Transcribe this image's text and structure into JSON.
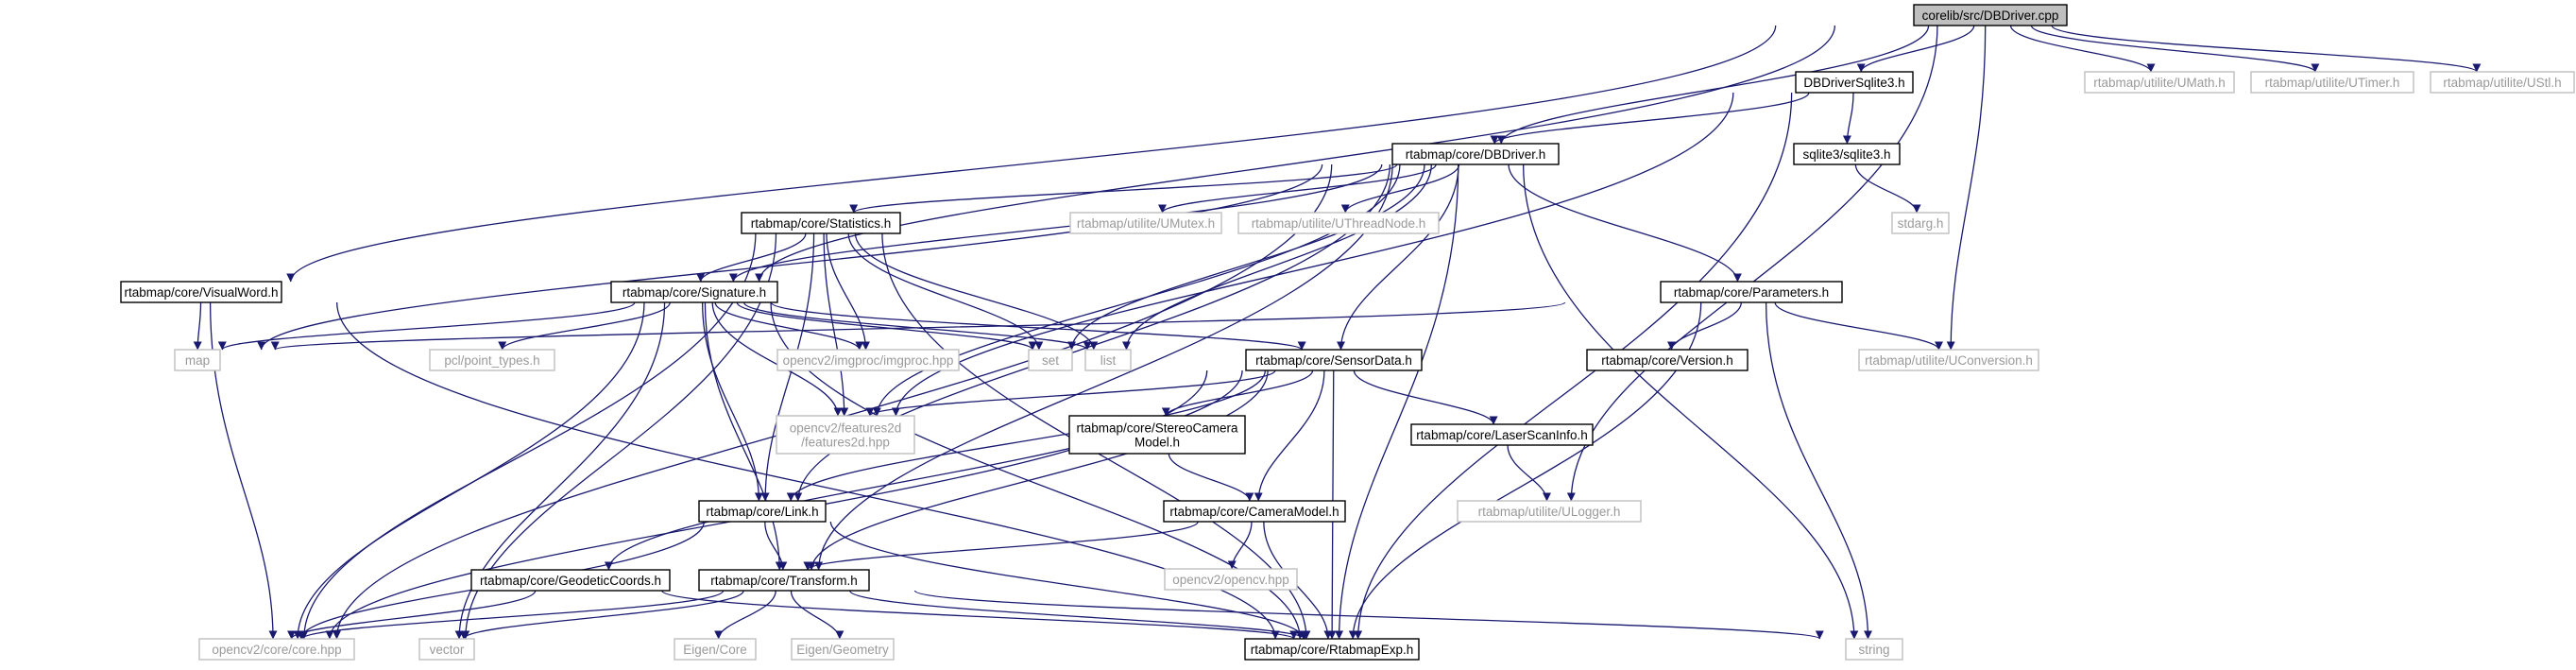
{
  "diagram": {
    "nodes": [
      {
        "id": "dbdriver_cpp",
        "label": [
          "corelib/src/DBDriver.cpp"
        ],
        "style": "root"
      },
      {
        "id": "dbdriver_sqlite3",
        "label": [
          "DBDriverSqlite3.h"
        ],
        "style": "file"
      },
      {
        "id": "umath",
        "label": [
          "rtabmap/utilite/UMath.h"
        ],
        "style": "missing"
      },
      {
        "id": "utimer",
        "label": [
          "rtabmap/utilite/UTimer.h"
        ],
        "style": "missing"
      },
      {
        "id": "ustl",
        "label": [
          "rtabmap/utilite/UStl.h"
        ],
        "style": "missing"
      },
      {
        "id": "dbdriver_h",
        "label": [
          "rtabmap/core/DBDriver.h"
        ],
        "style": "file"
      },
      {
        "id": "sqlite3",
        "label": [
          "sqlite3/sqlite3.h"
        ],
        "style": "file"
      },
      {
        "id": "stdarg",
        "label": [
          "stdarg.h"
        ],
        "style": "missing"
      },
      {
        "id": "statistics",
        "label": [
          "rtabmap/core/Statistics.h"
        ],
        "style": "file"
      },
      {
        "id": "umutex",
        "label": [
          "rtabmap/utilite/UMutex.h"
        ],
        "style": "missing"
      },
      {
        "id": "uthreadnode",
        "label": [
          "rtabmap/utilite/UThreadNode.h"
        ],
        "style": "missing"
      },
      {
        "id": "visualword",
        "label": [
          "rtabmap/core/VisualWord.h"
        ],
        "style": "file"
      },
      {
        "id": "signature",
        "label": [
          "rtabmap/core/Signature.h"
        ],
        "style": "file"
      },
      {
        "id": "parameters",
        "label": [
          "rtabmap/core/Parameters.h"
        ],
        "style": "file"
      },
      {
        "id": "map",
        "label": [
          "map"
        ],
        "style": "missing"
      },
      {
        "id": "pcl",
        "label": [
          "pcl/point_types.h"
        ],
        "style": "missing"
      },
      {
        "id": "imgproc",
        "label": [
          "opencv2/imgproc/imgproc.hpp"
        ],
        "style": "missing"
      },
      {
        "id": "set",
        "label": [
          "set"
        ],
        "style": "missing"
      },
      {
        "id": "list",
        "label": [
          "list"
        ],
        "style": "missing"
      },
      {
        "id": "sensordata",
        "label": [
          "rtabmap/core/SensorData.h"
        ],
        "style": "file"
      },
      {
        "id": "version",
        "label": [
          "rtabmap/core/Version.h"
        ],
        "style": "file"
      },
      {
        "id": "uconversion",
        "label": [
          "rtabmap/utilite/UConversion.h"
        ],
        "style": "missing"
      },
      {
        "id": "features2d",
        "label": [
          "opencv2/features2d",
          "/features2d.hpp"
        ],
        "style": "missing"
      },
      {
        "id": "stereocam",
        "label": [
          "rtabmap/core/StereoCamera",
          "Model.h"
        ],
        "style": "file"
      },
      {
        "id": "laserscan",
        "label": [
          "rtabmap/core/LaserScanInfo.h"
        ],
        "style": "file"
      },
      {
        "id": "link",
        "label": [
          "rtabmap/core/Link.h"
        ],
        "style": "file"
      },
      {
        "id": "cameramodel",
        "label": [
          "rtabmap/core/CameraModel.h"
        ],
        "style": "file"
      },
      {
        "id": "ulogger",
        "label": [
          "rtabmap/utilite/ULogger.h"
        ],
        "style": "missing"
      },
      {
        "id": "opencv_hpp",
        "label": [
          "opencv2/opencv.hpp"
        ],
        "style": "missing"
      },
      {
        "id": "geodetic",
        "label": [
          "rtabmap/core/GeodeticCoords.h"
        ],
        "style": "file"
      },
      {
        "id": "transform",
        "label": [
          "rtabmap/core/Transform.h"
        ],
        "style": "file"
      },
      {
        "id": "core_hpp",
        "label": [
          "opencv2/core/core.hpp"
        ],
        "style": "missing"
      },
      {
        "id": "vector",
        "label": [
          "vector"
        ],
        "style": "missing"
      },
      {
        "id": "eigen_core",
        "label": [
          "Eigen/Core"
        ],
        "style": "missing"
      },
      {
        "id": "eigen_geom",
        "label": [
          "Eigen/Geometry"
        ],
        "style": "missing"
      },
      {
        "id": "rtabmapexp",
        "label": [
          "rtabmap/core/RtabmapExp.h"
        ],
        "style": "file"
      },
      {
        "id": "string",
        "label": [
          "string"
        ],
        "style": "missing"
      }
    ],
    "edges": [
      [
        "dbdriver_cpp",
        "dbdriver_sqlite3"
      ],
      [
        "dbdriver_cpp",
        "umath"
      ],
      [
        "dbdriver_cpp",
        "utimer"
      ],
      [
        "dbdriver_cpp",
        "ustl"
      ],
      [
        "dbdriver_cpp",
        "dbdriver_h"
      ],
      [
        "dbdriver_cpp",
        "visualword"
      ],
      [
        "dbdriver_cpp",
        "signature"
      ],
      [
        "dbdriver_cpp",
        "uconversion"
      ],
      [
        "dbdriver_cpp",
        "ulogger"
      ],
      [
        "dbdriver_sqlite3",
        "dbdriver_h"
      ],
      [
        "dbdriver_sqlite3",
        "sqlite3"
      ],
      [
        "dbdriver_sqlite3",
        "rtabmapexp"
      ],
      [
        "dbdriver_sqlite3",
        "features2d"
      ],
      [
        "sqlite3",
        "stdarg"
      ],
      [
        "dbdriver_h",
        "statistics"
      ],
      [
        "dbdriver_h",
        "umutex"
      ],
      [
        "dbdriver_h",
        "uthreadnode"
      ],
      [
        "dbdriver_h",
        "parameters"
      ],
      [
        "dbdriver_h",
        "signature"
      ],
      [
        "dbdriver_h",
        "map"
      ],
      [
        "dbdriver_h",
        "set"
      ],
      [
        "dbdriver_h",
        "list"
      ],
      [
        "dbdriver_h",
        "sensordata"
      ],
      [
        "dbdriver_h",
        "features2d"
      ],
      [
        "dbdriver_h",
        "link"
      ],
      [
        "dbdriver_h",
        "transform"
      ],
      [
        "dbdriver_h",
        "rtabmapexp"
      ],
      [
        "dbdriver_h",
        "core_hpp"
      ],
      [
        "dbdriver_h",
        "string"
      ],
      [
        "statistics",
        "signature"
      ],
      [
        "statistics",
        "link"
      ],
      [
        "statistics",
        "imgproc"
      ],
      [
        "statistics",
        "list"
      ],
      [
        "statistics",
        "set"
      ],
      [
        "statistics",
        "features2d"
      ],
      [
        "statistics",
        "rtabmapexp"
      ],
      [
        "statistics",
        "vector"
      ],
      [
        "statistics",
        "core_hpp"
      ],
      [
        "visualword",
        "map"
      ],
      [
        "visualword",
        "rtabmapexp"
      ],
      [
        "visualword",
        "core_hpp"
      ],
      [
        "signature",
        "map"
      ],
      [
        "signature",
        "pcl"
      ],
      [
        "signature",
        "imgproc"
      ],
      [
        "signature",
        "set"
      ],
      [
        "signature",
        "list"
      ],
      [
        "signature",
        "sensordata"
      ],
      [
        "signature",
        "features2d"
      ],
      [
        "signature",
        "link"
      ],
      [
        "signature",
        "transform"
      ],
      [
        "signature",
        "vector"
      ],
      [
        "signature",
        "core_hpp"
      ],
      [
        "signature",
        "rtabmapexp"
      ],
      [
        "parameters",
        "version"
      ],
      [
        "parameters",
        "uconversion"
      ],
      [
        "parameters",
        "map"
      ],
      [
        "parameters",
        "string"
      ],
      [
        "parameters",
        "rtabmapexp"
      ],
      [
        "sensordata",
        "features2d"
      ],
      [
        "sensordata",
        "stereocam"
      ],
      [
        "sensordata",
        "laserscan"
      ],
      [
        "sensordata",
        "cameramodel"
      ],
      [
        "sensordata",
        "transform"
      ],
      [
        "sensordata",
        "link"
      ],
      [
        "sensordata",
        "rtabmapexp"
      ],
      [
        "sensordata",
        "core_hpp"
      ],
      [
        "sensordata",
        "geodetic"
      ],
      [
        "stereocam",
        "cameramodel"
      ],
      [
        "laserscan",
        "ulogger"
      ],
      [
        "cameramodel",
        "opencv_hpp"
      ],
      [
        "cameramodel",
        "transform"
      ],
      [
        "cameramodel",
        "rtabmapexp"
      ],
      [
        "link",
        "transform"
      ],
      [
        "link",
        "rtabmapexp"
      ],
      [
        "link",
        "core_hpp"
      ],
      [
        "geodetic",
        "core_hpp"
      ],
      [
        "geodetic",
        "rtabmapexp"
      ],
      [
        "transform",
        "eigen_core"
      ],
      [
        "transform",
        "eigen_geom"
      ],
      [
        "transform",
        "vector"
      ],
      [
        "transform",
        "core_hpp"
      ],
      [
        "transform",
        "rtabmapexp"
      ],
      [
        "transform",
        "string"
      ]
    ]
  },
  "colors": {
    "edge": "#191970",
    "missing_border": "#bfbfbf",
    "missing_text": "#9a9a9a",
    "file_border": "#000000",
    "file_text": "#000000",
    "root_fill": "#bfbfbf"
  }
}
